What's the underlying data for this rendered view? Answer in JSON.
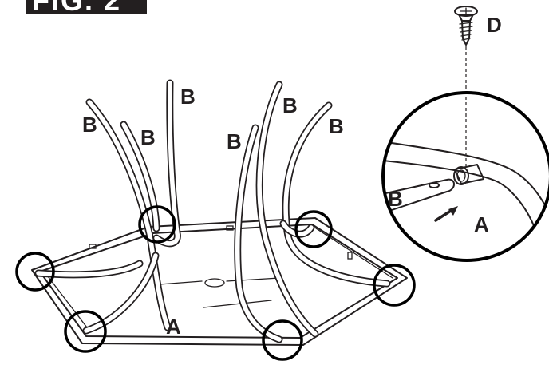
{
  "figure": {
    "title": "FIG. 2",
    "labels": {
      "leg": "B",
      "tabletop": "A",
      "screw": "D"
    },
    "detail": {
      "leg_label": "B",
      "tabletop_label": "A"
    }
  }
}
